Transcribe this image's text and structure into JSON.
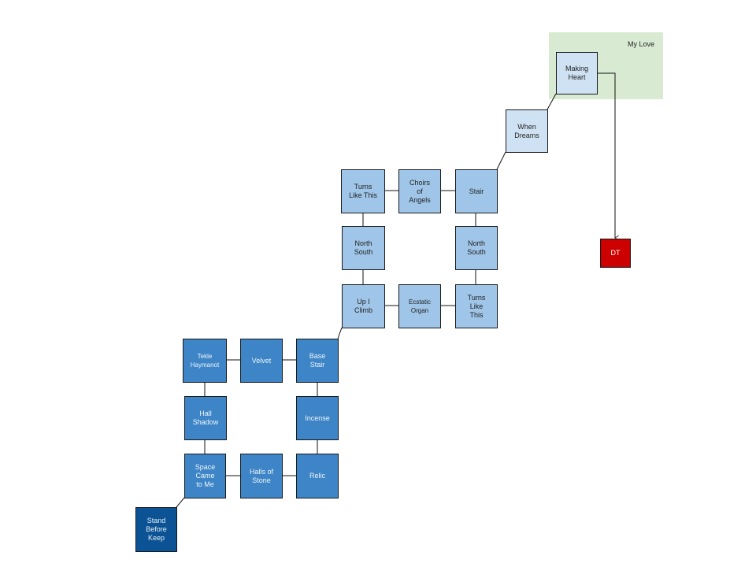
{
  "group": {
    "label": "My Love",
    "color": "#d9ead3"
  },
  "colors": {
    "lightest": "#cfe2f3",
    "light": "#9fc5e8",
    "medium": "#3d85c6",
    "dark": "#0b5394",
    "red": "#cc0000"
  },
  "nodes": {
    "making_heart": "Making\nHeart",
    "when_dreams": "When\nDreams",
    "stair": "Stair",
    "choirs_of_angels": "Choirs\nof\nAngels",
    "turns_like_this_top": "Turns\nLike This",
    "north_south_left": "North\nSouth",
    "north_south_right": "North\nSouth",
    "up_i_climb": "Up I\nClimb",
    "ecstatic_organ": "Ecstatic\nOrgan",
    "turns_like_this_right": "Turns\nLike\nThis",
    "tekle_haymanot": "Tekle\nHaymanot",
    "velvet": "Velvet",
    "base_stair": "Base\nStair",
    "hall_shadow": "Hall\nShadow",
    "incense": "Incense",
    "space_came_to_me": "Space\nCame\nto Me",
    "halls_of_stone": "Halls of\nStone",
    "relic": "Relic",
    "stand_before_keep": "Stand\nBefore\nKeep",
    "dt": "DT"
  }
}
